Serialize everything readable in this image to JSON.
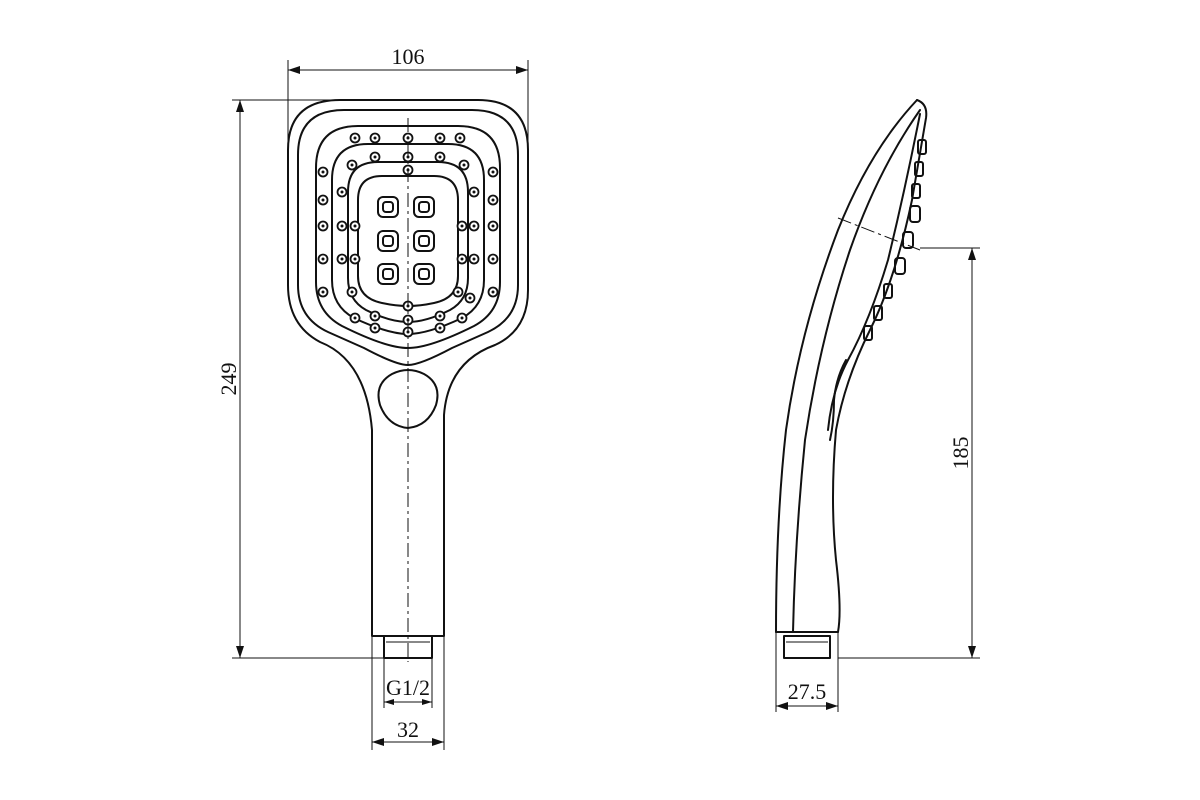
{
  "dimensions": {
    "head_width": "106",
    "overall_length": "249",
    "side_height": "185",
    "thread": "G1/2",
    "connector_width": "32",
    "depth": "27.5"
  },
  "colors": {
    "line": "#111111",
    "background": "#ffffff"
  }
}
